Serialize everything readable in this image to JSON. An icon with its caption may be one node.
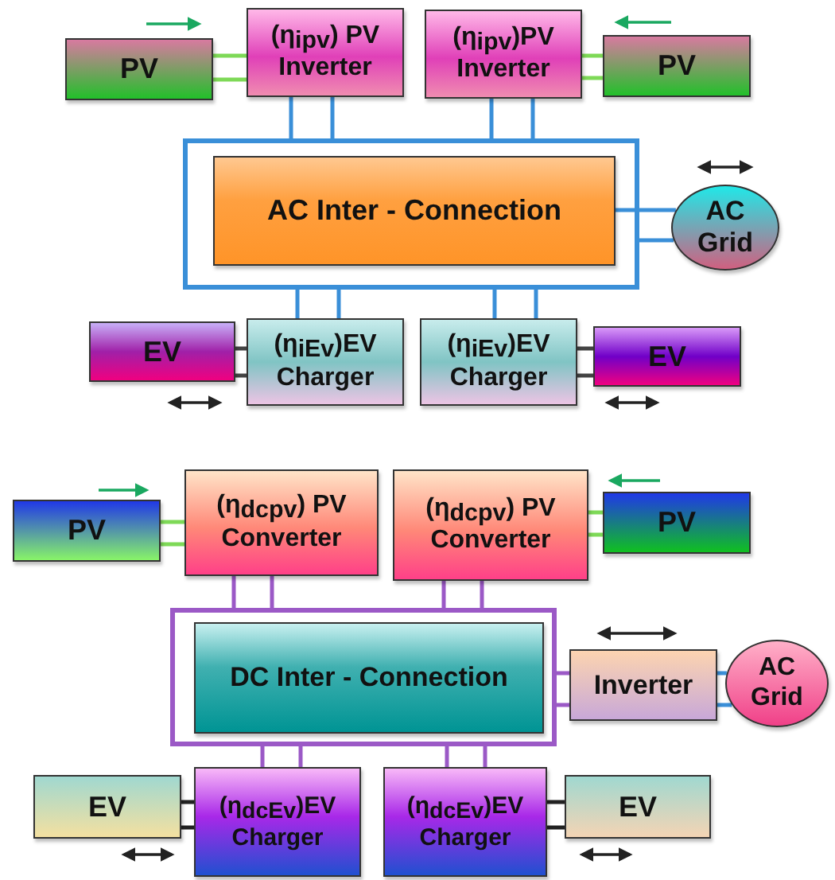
{
  "diagram": {
    "nodes": [
      {
        "text": [
          "PV"
        ]
      },
      {
        "text": [
          "(η$_{ipv}$) PV Inverter"
        ]
      },
      {
        "text": [
          "(η$_{ipv}$)PV Inverter"
        ]
      },
      {
        "text": [
          "PV"
        ]
      },
      {
        "text": [],
        "shape": "box"
      },
      {
        "text": [
          "AC Inter - Connection"
        ],
        "in": 4
      },
      {
        "text": [
          "AC Grid"
        ]
      },
      {
        "text": [
          "EV"
        ]
      },
      {
        "text": [
          "(η$_{iEv}$)EV Charger"
        ]
      },
      {
        "text": [
          "(η$_{iEv}$)EV Charger"
        ]
      },
      {
        "text": [
          "EV"
        ]
      },
      {
        "text": [
          "PV"
        ]
      },
      {
        "text": [
          "(η$_{dcpv}$) PV Converter"
        ]
      },
      {
        "text": [
          "(η$_{dcpv}$) PV Converter"
        ]
      },
      {
        "text": [
          "PV"
        ]
      },
      {
        "text": [],
        "shape": "box"
      },
      {
        "text": [
          "DC Inter - Connection"
        ],
        "in": 15
      },
      {
        "text": [
          "Inverter"
        ]
      },
      {
        "text": [
          "AC Grid"
        ]
      },
      {
        "text": [
          "EV"
        ]
      },
      {
        "text": [
          "(η$_{dcEv}$)EV Charger"
        ]
      },
      {
        "text": [
          "(η$_{dcEv}$)EV Charger"
        ]
      },
      {
        "text": [
          "EV"
        ]
      }
    ],
    "edges": [
      {
        "from": 0,
        "to": 1,
        "arrow": "none",
        "color": "#7ed957"
      },
      {
        "from": 0,
        "to": 1,
        "arrow": "none",
        "color": "#7ed957"
      },
      {
        "from": 1,
        "to": 4,
        "arrow": "none"
      },
      {
        "from": 1,
        "to": 4,
        "arrow": "none"
      },
      {
        "from": 2,
        "to": 4,
        "arrow": "none"
      },
      {
        "from": 2,
        "to": 4,
        "arrow": "none"
      },
      {
        "from": 2,
        "to": 3,
        "arrow": "none",
        "color": "#7ed957"
      },
      {
        "from": 2,
        "to": 3,
        "arrow": "none",
        "color": "#7ed957"
      },
      {
        "from": 5,
        "to": 6,
        "arrow": "none"
      },
      {
        "from": 4,
        "to": 6,
        "arrow": "none"
      },
      {
        "from": 4,
        "to": 8,
        "arrow": "none"
      },
      {
        "from": 4,
        "to": 8,
        "arrow": "none"
      },
      {
        "from": 4,
        "to": 9,
        "arrow": "none"
      },
      {
        "from": 4,
        "to": 9,
        "arrow": "none"
      },
      {
        "from": 7,
        "to": 8,
        "arrow": "none",
        "color": "#444444"
      },
      {
        "from": 7,
        "to": 8,
        "arrow": "none",
        "color": "#444444"
      },
      {
        "from": 9,
        "to": 10,
        "arrow": "none",
        "color": "#444444"
      },
      {
        "from": 9,
        "to": 10,
        "arrow": "none",
        "color": "#444444"
      },
      {
        "from": 11,
        "to": 12,
        "arrow": "none",
        "color": "#7ed957"
      },
      {
        "from": 11,
        "to": 12,
        "arrow": "none",
        "color": "#7ed957"
      },
      {
        "from": 12,
        "to": 15,
        "arrow": "none",
        "color": "#9b59c6"
      },
      {
        "from": 12,
        "to": 15,
        "arrow": "none",
        "color": "#9b59c6"
      },
      {
        "from": 13,
        "to": 15,
        "arrow": "none",
        "color": "#9b59c6"
      },
      {
        "from": 13,
        "to": 15,
        "arrow": "none",
        "color": "#9b59c6"
      },
      {
        "from": 13,
        "to": 14,
        "arrow": "none",
        "color": "#7ed957"
      },
      {
        "from": 13,
        "to": 14,
        "arrow": "none",
        "color": "#7ed957"
      },
      {
        "from": 15,
        "to": 17,
        "arrow": "none",
        "color": "#9b59c6"
      },
      {
        "from": 15,
        "to": 17,
        "arrow": "none",
        "color": "#9b59c6"
      },
      {
        "from": 17,
        "to": 18,
        "arrow": "none"
      },
      {
        "from": 17,
        "to": 18,
        "arrow": "none"
      },
      {
        "from": 15,
        "to": 20,
        "arrow": "none",
        "color": "#9b59c6"
      },
      {
        "from": 15,
        "to": 20,
        "arrow": "none",
        "color": "#9b59c6"
      },
      {
        "from": 15,
        "to": 21,
        "arrow": "none",
        "color": "#9b59c6"
      },
      {
        "from": 15,
        "to": 21,
        "arrow": "none",
        "color": "#9b59c6"
      },
      {
        "from": 19,
        "to": 20,
        "arrow": "none",
        "color": "#222222"
      },
      {
        "from": 19,
        "to": 20,
        "arrow": "none",
        "color": "#222222"
      },
      {
        "from": 21,
        "to": 22,
        "arrow": "none",
        "color": "#222222"
      },
      {
        "from": 21,
        "to": 22,
        "arrow": "none",
        "color": "#222222"
      }
    ]
  }
}
